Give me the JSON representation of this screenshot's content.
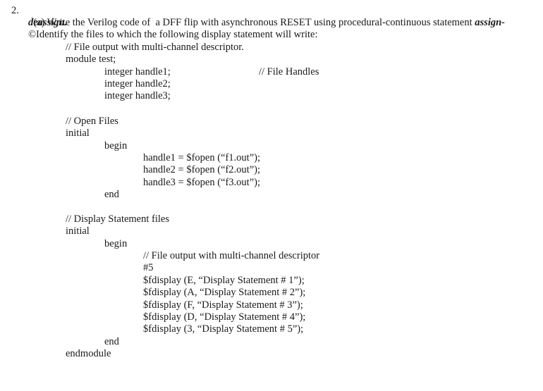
{
  "question": {
    "number": "2.",
    "part_a_prefix": "(a) Write the Verilog code of  a DFF flip with asynchronous RESET using procedural-continuous statement ",
    "part_a_emph_1": "assign-",
    "part_a_emph_2": "deassign.",
    "part_b": "©Identify the files to which the following display statement will write:"
  },
  "code": {
    "comment_header": "// File output with multi-channel descriptor.",
    "module_decl": "module test;",
    "decl_1": "integer handle1;",
    "decl_1_comment": "// File Handles",
    "decl_2": "integer handle2;",
    "decl_3": "integer handle3;",
    "open_comment": "// Open Files",
    "initial_1": "initial",
    "begin_1": "begin",
    "fopen_1": "handle1 = $fopen (“f1.out”);",
    "fopen_2": "handle2 = $fopen (“f2.out”);",
    "fopen_3": "handle3 = $fopen (“f3.out”);",
    "end_1": "end",
    "display_comment": "// Display Statement files",
    "initial_2": "initial",
    "begin_2": "begin",
    "inner_comment": "// File output with multi-channel descriptor",
    "delay": "#5",
    "disp_1": "$fdisplay (E, “Display Statement # 1”);",
    "disp_2": "$fdisplay (A, “Display Statement # 2”);",
    "disp_3": "$fdisplay (F, “Display Statement # 3”);",
    "disp_4": "$fdisplay (D, “Display Statement # 4”);",
    "disp_5": "$fdisplay (3, “Display Statement # 5”);",
    "end_2": "end",
    "endmodule": "endmodule"
  }
}
